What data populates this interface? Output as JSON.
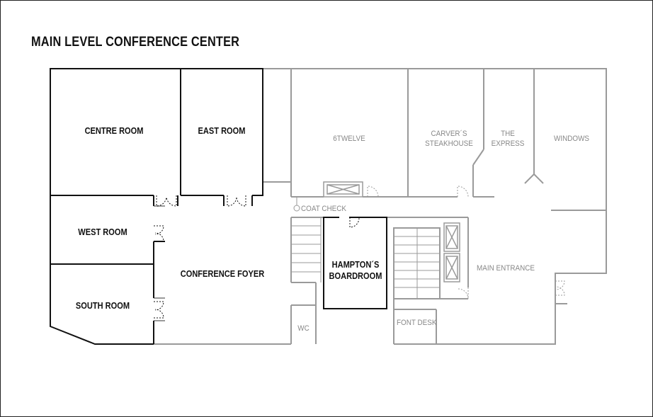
{
  "title": "MAIN LEVEL CONFERENCE CENTER",
  "rooms": {
    "centre": "CENTRE ROOM",
    "east": "EAST ROOM",
    "west": "WEST ROOM",
    "south": "SOUTH ROOM",
    "foyer": "CONFERENCE FOYER",
    "hamptons_1": "HAMPTON´S",
    "hamptons_2": "BOARDROOM"
  },
  "areas": {
    "sixtwelve": "6TWELVE",
    "carvers_1": "CARVER´S",
    "carvers_2": "STEAKHOUSE",
    "express_1": "THE",
    "express_2": "EXPRESS",
    "windows": "WINDOWS",
    "coat_check": "COAT CHECK",
    "main_entrance": "MAIN ENTRANCE",
    "font_desk": "FONT DESK",
    "wc": "WC"
  },
  "colors": {
    "dark_wall": "#111111",
    "light_wall": "#9a9a9a",
    "dark_label": "#111111",
    "light_label": "#888888"
  }
}
